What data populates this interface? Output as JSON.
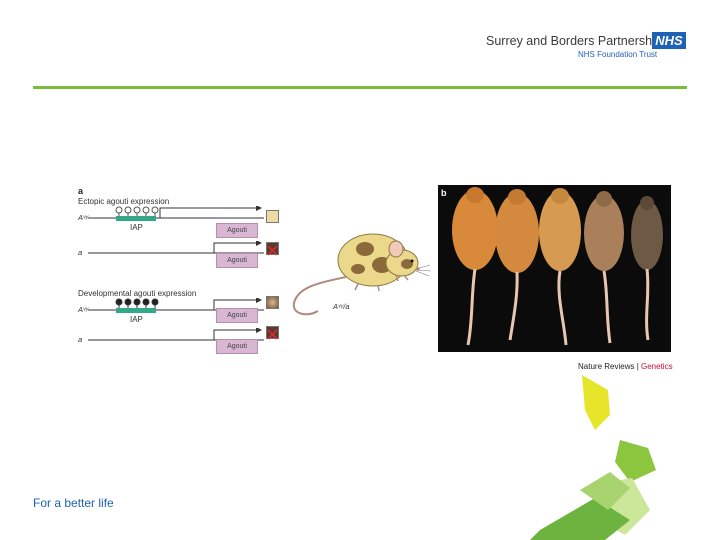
{
  "header": {
    "organisation": "Surrey and Borders Partnership",
    "nhs_badge": "NHS",
    "trust": "NHS Foundation Trust"
  },
  "figure": {
    "panel_a": {
      "letter": "a",
      "ectopic_title": "Ectopic agouti expression",
      "developmental_title": "Developmental agouti expression",
      "allele_avy": "Aᵛʸ",
      "allele_a": "a",
      "iap_label": "IAP",
      "gene_label": "Agouti"
    },
    "mouse_label": "Aᵛʸ/a",
    "panel_b": {
      "letter": "b"
    },
    "credit": {
      "journal": "Nature Reviews",
      "separator": " | ",
      "section": "Genetics"
    }
  },
  "footer": {
    "tagline": "For a better life"
  },
  "colors": {
    "nhs_blue": "#1e62b5",
    "rule_green": "#7dbb3c",
    "chevron_green": "#8cc63f",
    "chevron_yellow": "#e6e52a",
    "iap_teal": "#36a88a",
    "agouti_box": "#d9b7d3"
  }
}
